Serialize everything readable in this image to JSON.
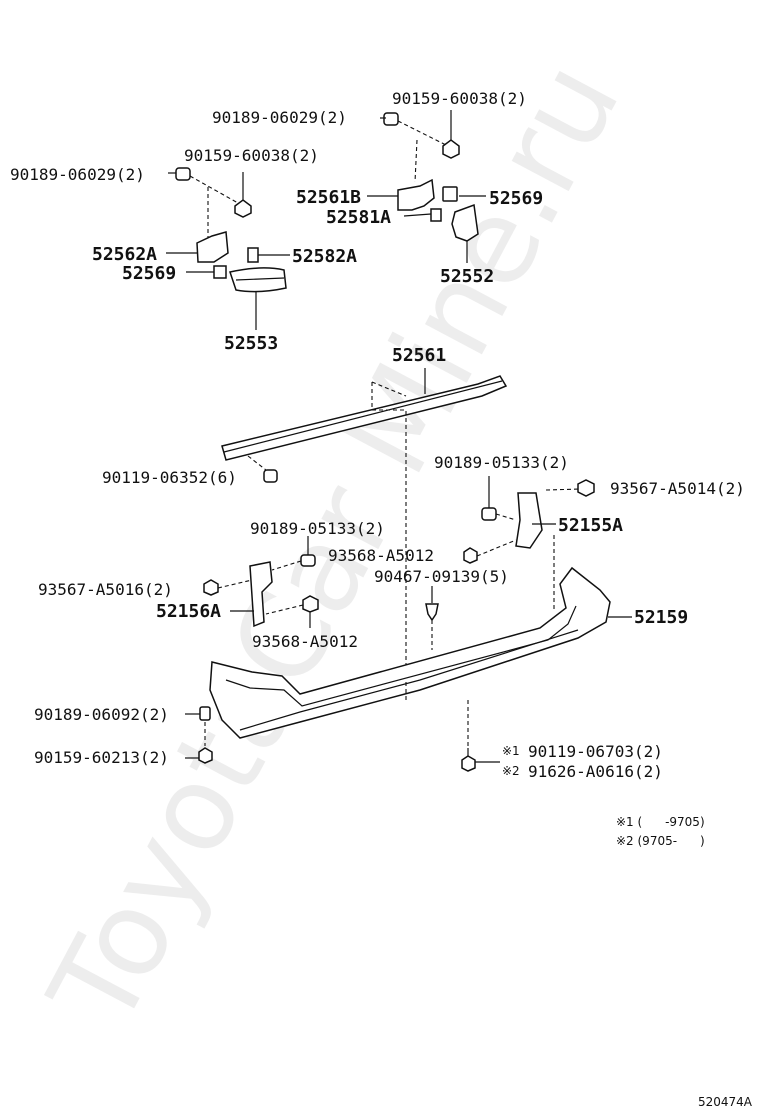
{
  "watermark": "ToyotaCar Mine.ru",
  "drawing_number": "520474A",
  "labels": {
    "l01": "90159-60038(2)",
    "l02": "90189-06029(2)",
    "l03": "90159-60038(2)",
    "l04": "90189-06029(2)",
    "l05": "52561B",
    "l06": "52569",
    "l07": "52581A",
    "l08": "52562A",
    "l09": "52582A",
    "l10": "52569",
    "l11": "52552",
    "l12": "52553",
    "l13": "52561",
    "l14": "90119-06352(6)",
    "l15": "90189-05133(2)",
    "l16": "93567-A5014(2)",
    "l17": "52155A",
    "l18": "90189-05133(2)",
    "l19": "93568-A5012",
    "l20": "90467-09139(5)",
    "l21": "93567-A5016(2)",
    "l22": "52156A",
    "l23": "52159",
    "l24": "93568-A5012",
    "l25": "90189-06092(2)",
    "l26": "90159-60213(2)",
    "l27": "90119-06703(2)",
    "l28": "91626-A0616(2)",
    "mark1": "※1",
    "mark2": "※2"
  },
  "notes": {
    "n1": "※1 (      -9705)",
    "n2": "※2 (9705-      )"
  }
}
